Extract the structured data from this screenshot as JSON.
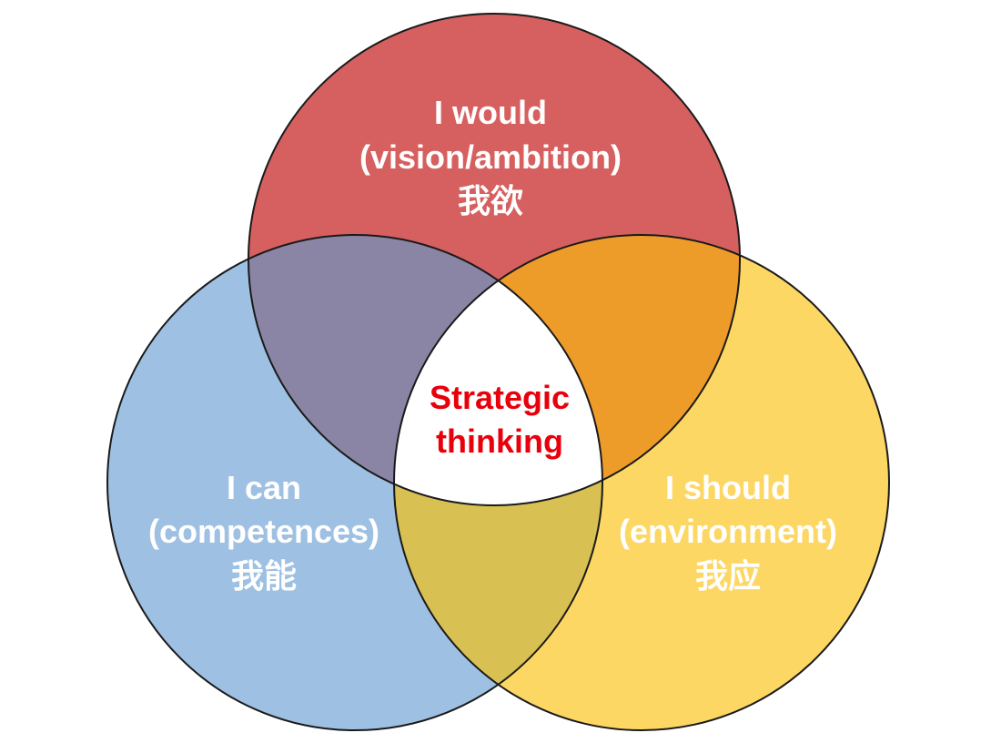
{
  "colors": {
    "red": "#d6605f",
    "blue": "#9dc0e3",
    "yellow": "#fdd764",
    "red_blue_overlap": "#8a84a5",
    "red_yellow_overlap": "#ee9c29",
    "blue_yellow_overlap": "#d8c052",
    "center": "#ffffff",
    "label_text": "#ffffff",
    "center_text": "#e8000b"
  },
  "circles": {
    "top": {
      "line1": "I would",
      "line2": "(vision/ambition)",
      "line3": "我欲"
    },
    "left": {
      "line1": "I can",
      "line2": "(competences)",
      "line3": "我能"
    },
    "right": {
      "line1": "I should",
      "line2": "(environment)",
      "line3": "我应"
    }
  },
  "center": {
    "line1": "Strategic",
    "line2": "thinking"
  }
}
